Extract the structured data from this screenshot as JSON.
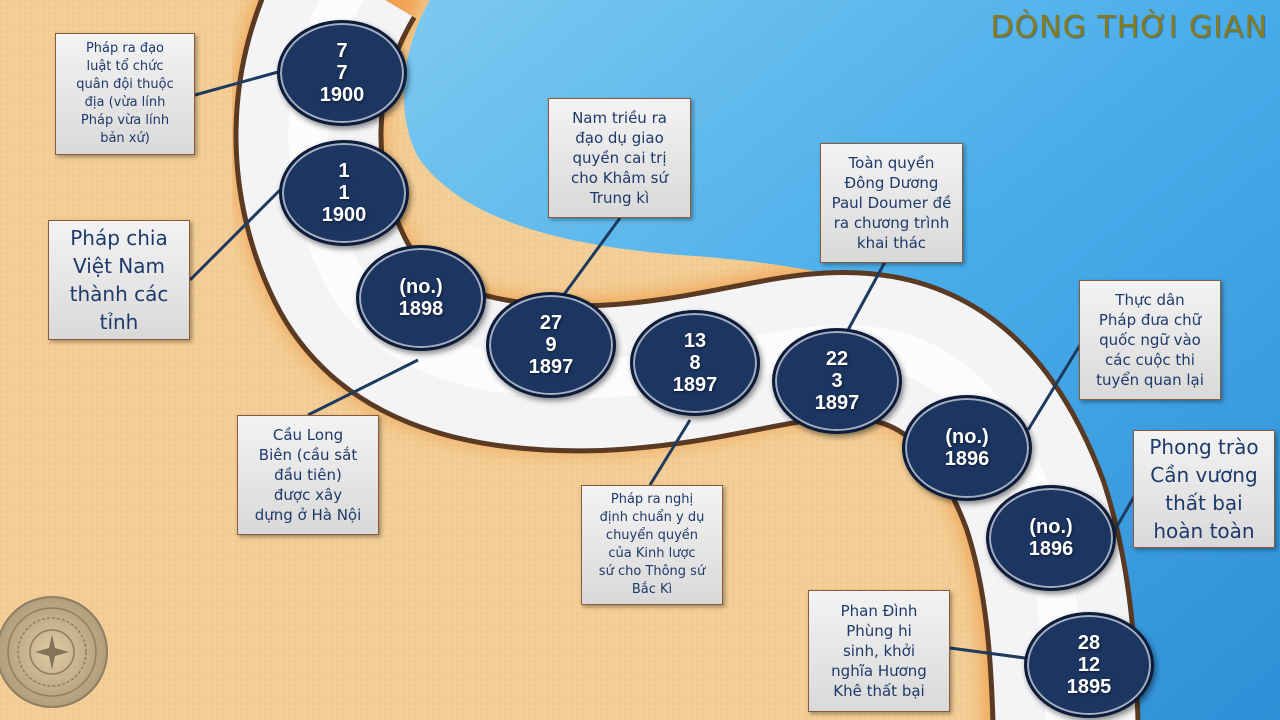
{
  "title": "DÒNG THỜI GIAN",
  "colors": {
    "sand": "#f3cf97",
    "water": "#4bb0e8",
    "road": "#f5f5f7",
    "border": "#5a3a22",
    "bubble": "#1c3561",
    "text": "#1e3a6a",
    "title": "#8a7a1e"
  },
  "timeline": [
    {
      "date": "7\n7\n1900"
    },
    {
      "date": "1\n1\n1900"
    },
    {
      "date": "(no.)\n1898"
    },
    {
      "date": "27\n9\n1897"
    },
    {
      "date": "13\n8\n1897"
    },
    {
      "date": "22\n3\n1897"
    },
    {
      "date": "(no.)\n1896"
    },
    {
      "date": "(no.)\n1896"
    },
    {
      "date": "28\n12\n1895"
    }
  ],
  "notes": [
    {
      "text": "Pháp ra đạo\nluật tổ chức\nquân đội thuộc\nđịa (vừa lính\nPháp vừa lính\nbản xứ)"
    },
    {
      "text": "Pháp chia\nViệt Nam\nthành các\ntỉnh"
    },
    {
      "text": "Cầu Long\nBiên (cầu sắt\nđầu tiên)\nđược xây\ndựng ở Hà Nội"
    },
    {
      "text": "Nam triều ra\nđạo dụ giao\nquyền cai trị\ncho Khâm sứ\nTrung kì"
    },
    {
      "text": "Pháp ra nghị\nđịnh chuẩn y dụ\nchuyển quyền\ncủa Kinh lược\nsứ cho Thông sứ\nBắc Kì"
    },
    {
      "text": "Toàn quyền\nĐông Dương\nPaul Doumer đề\nra chương trình\nkhai thác"
    },
    {
      "text": "Thực dân\nPháp đưa chữ\nquốc ngữ vào\ncác cuộc thi\ntuyển quan lại"
    },
    {
      "text": "Phong trào\nCần vương\nthất bại\nhoàn toàn"
    },
    {
      "text": "Phan Đình\nPhùng hi\nsinh, khởi\nnghĩa Hương\nKhê thất bại"
    }
  ],
  "emblem": {
    "name": "drum-emblem"
  }
}
